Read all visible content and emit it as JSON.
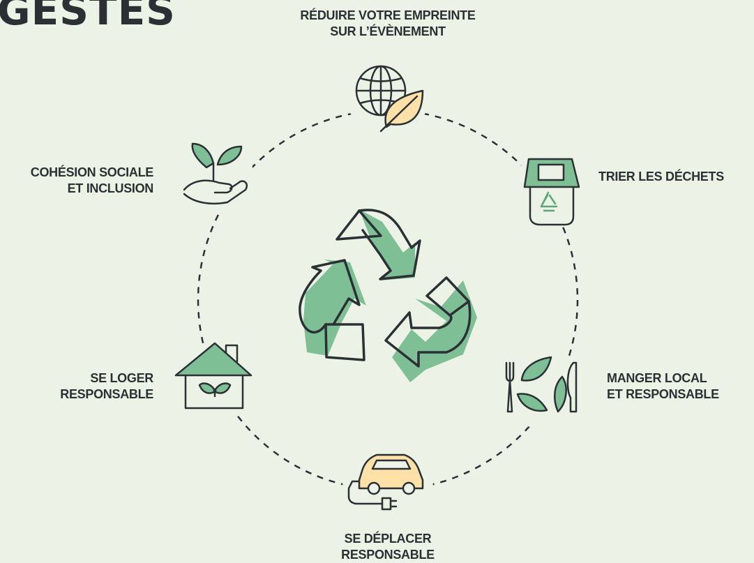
{
  "title": "GESTES",
  "colors": {
    "background": "#ecf3e6",
    "green": "#7ebf95",
    "green_dark": "#5aa676",
    "yellow": "#fde1a8",
    "stroke": "#2b3035"
  },
  "center_icon": "recycle-icon",
  "items": [
    {
      "icon": "globe-leaf-icon",
      "line1": "RÉDUIRE VOTRE EMPREINTE",
      "line2": "SUR L’ÉVÈNEMENT"
    },
    {
      "icon": "recycling-bin-icon",
      "line1": "TRIER LES DÉCHETS",
      "line2": ""
    },
    {
      "icon": "fork-knife-leaves-icon",
      "line1": "MANGER LOCAL",
      "line2": "ET RESPONSABLE"
    },
    {
      "icon": "electric-car-icon",
      "line1": "SE DÉPLACER",
      "line2": "RESPONSABLE"
    },
    {
      "icon": "house-sprout-icon",
      "line1": "SE LOGER",
      "line2": "RESPONSABLE"
    },
    {
      "icon": "hand-sprout-icon",
      "line1": "COHÉSION SOCIALE",
      "line2": "ET INCLUSION"
    }
  ]
}
